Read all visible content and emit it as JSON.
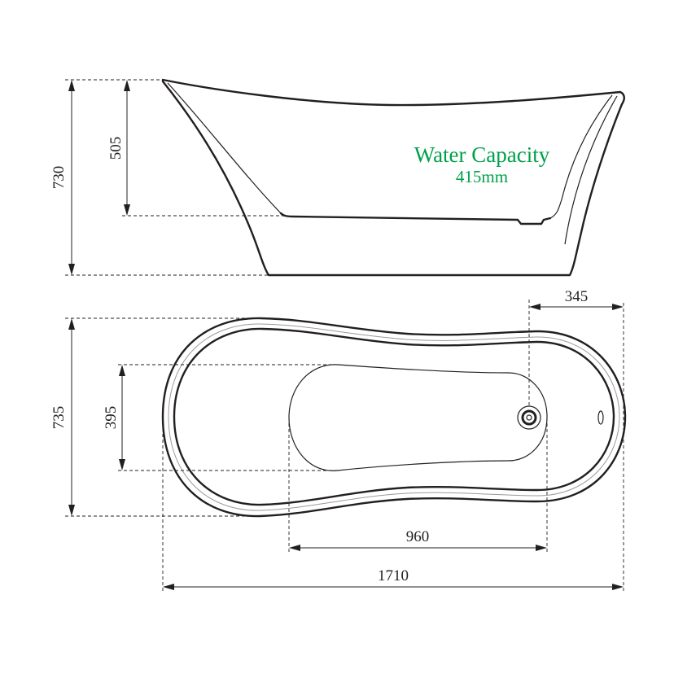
{
  "colors": {
    "line": "#231f20",
    "accent": "#00a04a"
  },
  "side_view": {
    "height_total": "730",
    "height_water": "505",
    "water_capacity_label": "Water Capacity",
    "water_capacity_value": "415mm"
  },
  "top_view": {
    "width_total": "735",
    "width_inner": "395",
    "length_total": "1710",
    "length_inner": "960",
    "drain_offset": "345"
  }
}
